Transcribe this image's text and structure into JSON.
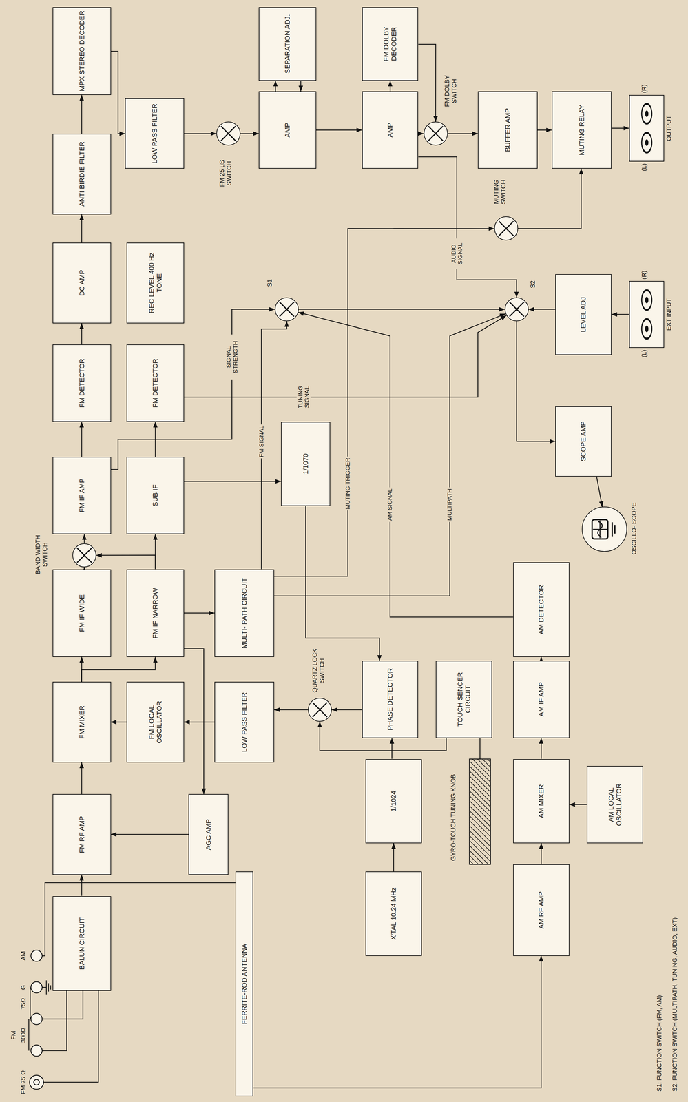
{
  "diagram": {
    "nodes": [
      {
        "text": [
          "BALUN CIRCUIT"
        ]
      },
      {
        "text": [
          "FM RF AMP"
        ]
      },
      {
        "text": [
          "FM MIXER"
        ]
      },
      {
        "text": [
          "FM IF WIDE"
        ]
      },
      {
        "text": [
          "FM IF AMP"
        ]
      },
      {
        "text": [
          "FM DETECTOR"
        ]
      },
      {
        "text": [
          "DC AMP"
        ]
      },
      {
        "text": [
          "ANTI BIRDIE FILTER"
        ]
      },
      {
        "text": [
          "MPX STEREO DECODER"
        ]
      },
      {
        "text": [
          "AGC AMP"
        ]
      },
      {
        "text": [
          "FM LOCAL OSCILLATOR"
        ]
      },
      {
        "text": [
          "FM IF NARROW"
        ]
      },
      {
        "text": [
          "SUB IF"
        ]
      },
      {
        "text": [
          "FM DETECTOR"
        ]
      },
      {
        "text": [
          "REC LEVEL 400 Hz TONE"
        ]
      },
      {
        "text": [
          "LOW PASS FILTER"
        ]
      },
      {
        "text": [
          "AMP"
        ]
      },
      {
        "text": [
          "SEPARATION ADJ."
        ]
      },
      {
        "text": [
          "LOW PASS FILTER"
        ]
      },
      {
        "text": [
          "MULTI- PATH CIRCUIT"
        ]
      },
      {
        "text": [
          "1/1070"
        ]
      },
      {
        "text": [
          "X'TAL 10.24 MHz"
        ]
      },
      {
        "text": [
          "1/1024"
        ]
      },
      {
        "text": [
          "PHASE DETECTOR"
        ]
      },
      {
        "text": [
          "TOUCH SENCER CIRCUIT"
        ]
      },
      {
        "text": [
          "AM RF AMP"
        ]
      },
      {
        "text": [
          "AM MIXER"
        ]
      },
      {
        "text": [
          "AM LOCAL OSCILLATOR"
        ]
      },
      {
        "text": [
          "AM IF AMP"
        ]
      },
      {
        "text": [
          "AM DETECTOR"
        ]
      },
      {
        "text": [
          "SCOPE AMP"
        ]
      },
      {
        "text": [
          "LEVEL ADJ"
        ]
      },
      {
        "text": [
          "AMP"
        ]
      },
      {
        "text": [
          "FM DOLBY DECODER"
        ]
      },
      {
        "text": [
          "BUFFER AMP"
        ]
      },
      {
        "text": [
          "MUTING RELAY"
        ]
      },
      {
        "text": [
          "FERRITE-ROD ANTENNA"
        ]
      },
      {
        "text": [
          "BAND WIDTH SWITCH"
        ]
      },
      {
        "text": [
          "FM 25 μS SWITCH"
        ]
      },
      {
        "text": [
          "S1"
        ]
      },
      {
        "text": [
          "S2"
        ]
      },
      {
        "text": [
          "QUARTZ LOCK SWITCH"
        ]
      },
      {
        "text": [
          "FM DOLBY SWITCH"
        ]
      },
      {
        "text": [
          "MUTING SWITCH"
        ]
      },
      {
        "text": [
          "OSCILLO- SCOPE"
        ]
      },
      {
        "text": [
          "(L)",
          "(R)",
          "OUTPUT"
        ]
      },
      {
        "text": [
          "(L)",
          "(R)",
          "EXT INPUT"
        ]
      }
    ],
    "edges": [
      {
        "from": 0,
        "to": 1,
        "arrow": "to"
      },
      {
        "from": 1,
        "to": 2,
        "arrow": "to"
      },
      {
        "from": 2,
        "to": 3,
        "arrow": "to"
      },
      {
        "from": 3,
        "to": 37,
        "arrow": "to"
      },
      {
        "from": 11,
        "to": 37,
        "arrow": "to"
      },
      {
        "from": 37,
        "to": 4,
        "arrow": "to"
      },
      {
        "from": 4,
        "to": 5,
        "arrow": "to"
      },
      {
        "from": 5,
        "to": 6,
        "arrow": "to"
      },
      {
        "from": 6,
        "to": 7,
        "arrow": "to"
      },
      {
        "from": 7,
        "to": 8,
        "arrow": "to"
      },
      {
        "from": 8,
        "to": 15,
        "arrow": "to"
      },
      {
        "from": 15,
        "to": 38,
        "arrow": "to"
      },
      {
        "from": 38,
        "to": 16,
        "arrow": "to"
      },
      {
        "from": 16,
        "to": 17,
        "arrow": "to"
      },
      {
        "from": 17,
        "to": 16,
        "arrow": "to"
      },
      {
        "from": 9,
        "to": 1,
        "arrow": "to"
      },
      {
        "from": 10,
        "to": 2,
        "arrow": "to"
      },
      {
        "from": 2,
        "to": 11,
        "arrow": "to"
      },
      {
        "from": 11,
        "to": 12,
        "arrow": "to"
      },
      {
        "from": 12,
        "to": 13,
        "arrow": "to"
      },
      {
        "from": 11,
        "to": 19,
        "arrow": "to"
      },
      {
        "from": 11,
        "to": 9,
        "arrow": "to"
      },
      {
        "from": 19,
        "to": 39,
        "label": "FM SIGNAL",
        "arrow": "to"
      },
      {
        "from": 4,
        "to": 39,
        "label": "SIGNAL STRENGTH",
        "arrow": "to"
      },
      {
        "from": 29,
        "to": 39,
        "label": "AM SIGNAL",
        "arrow": "to"
      },
      {
        "from": 39,
        "to": 40,
        "arrow": "to"
      },
      {
        "from": 19,
        "to": 40,
        "label": "MULTIPATH",
        "arrow": "to"
      },
      {
        "from": 13,
        "to": 40,
        "label": "TUNING SIGNAL",
        "arrow": "to"
      },
      {
        "from": 32,
        "to": 40,
        "label": "AUDIO SIGNAL",
        "arrow": "to"
      },
      {
        "from": 31,
        "to": 40,
        "arrow": "to"
      },
      {
        "from": 40,
        "to": 30,
        "arrow": "to"
      },
      {
        "from": 30,
        "to": 44,
        "arrow": "to"
      },
      {
        "from": 19,
        "to": 43,
        "label": "MUTING TRIGGER",
        "arrow": "to"
      },
      {
        "from": 43,
        "to": 35,
        "arrow": "to"
      },
      {
        "from": 16,
        "to": 32,
        "arrow": "to"
      },
      {
        "from": 32,
        "to": 33,
        "arrow": "to"
      },
      {
        "from": 33,
        "to": 42,
        "arrow": "to"
      },
      {
        "from": 32,
        "to": 42,
        "arrow": "to"
      },
      {
        "from": 42,
        "to": 34,
        "arrow": "to"
      },
      {
        "from": 34,
        "to": 35,
        "arrow": "to"
      },
      {
        "from": 35,
        "to": 45,
        "arrow": "to"
      },
      {
        "from": 46,
        "to": 31,
        "arrow": "to"
      },
      {
        "from": 12,
        "to": 20,
        "arrow": "to"
      },
      {
        "from": 20,
        "to": 23,
        "arrow": "to"
      },
      {
        "from": 21,
        "to": 22,
        "arrow": "to"
      },
      {
        "from": 22,
        "to": 23,
        "arrow": "to"
      },
      {
        "from": 23,
        "to": 41,
        "arrow": "to"
      },
      {
        "from": 24,
        "to": 41,
        "arrow": "to"
      },
      {
        "from": 41,
        "to": 18,
        "arrow": "to"
      },
      {
        "from": 18,
        "to": 10,
        "arrow": "to"
      },
      {
        "from": 36,
        "to": 25,
        "arrow": "to"
      },
      {
        "from": 25,
        "to": 26,
        "arrow": "to"
      },
      {
        "from": 27,
        "to": 26,
        "arrow": "to"
      },
      {
        "from": 26,
        "to": 28,
        "arrow": "to"
      },
      {
        "from": 28,
        "to": 29,
        "arrow": "to"
      }
    ],
    "labels": [
      "GYRO-TOUCH TUNING KNOB",
      "FM 75 Ω",
      "FM",
      "300Ω",
      "75Ω",
      "G",
      "AM",
      "S1: FUNCTION SWITCH (FM, AM)",
      "S2: FUNCTION SWITCH (MULTIPATH, TUNING, AUDIO, EXT)"
    ]
  }
}
